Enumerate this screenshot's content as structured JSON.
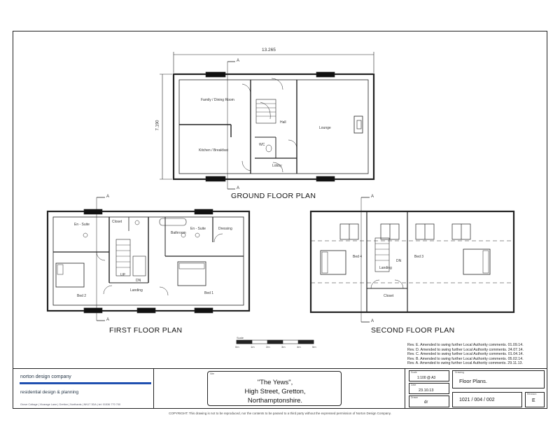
{
  "plans": {
    "ground": {
      "title": "GROUND FLOOR PLAN",
      "dim_width": "13.265",
      "dim_height": "7.190",
      "section_mark": "A",
      "rooms": {
        "family_dining": "Family / Dining Room",
        "kitchen": "Kitchen / Breakfast",
        "lounge": "Lounge",
        "hall": "Hall",
        "wc": "WC",
        "lobby": "Lobby"
      }
    },
    "first": {
      "title": "FIRST FLOOR PLAN",
      "section_mark": "A",
      "rooms": {
        "ensuite1": "En - Suite",
        "closet": "Closet",
        "bathroom": "Bathroom",
        "ensuite2": "En - Suite",
        "dressing": "Dressing",
        "bed2": "Bed 2",
        "landing": "Landing",
        "bed1": "Bed 1",
        "up": "UP",
        "dn": "DN"
      }
    },
    "second": {
      "title": "SECOND FLOOR PLAN",
      "section_mark": "A",
      "rooms": {
        "bed4": "Bed 4",
        "landing": "Landing",
        "closet": "Closet",
        "bed3": "Bed 3",
        "dn": "DN"
      }
    }
  },
  "scale_bar": {
    "ticks": [
      "0m",
      "1m",
      "2m",
      "3m",
      "4m",
      "5m"
    ],
    "label": "Scale"
  },
  "revisions": [
    "Rev. E. Amended to swing further Local Authority comments. 01.09.14.",
    "Rev. D. Amended to swing further Local Authority comments. 24.07.14.",
    "Rev. C. Amended to swing further Local Authority comments. 01.04.14.",
    "Rev. B. Amended to swing further Local Authority comments. 05.02.14.",
    "Rev. A. Amended to swing further Local Authority comments. 29.11.13."
  ],
  "title_block": {
    "company_name": "norton design company",
    "company_tagline": "residential design & planning",
    "company_address": "Grove Cottage | Vicarage Lane | Gretton | Northants | NN17 3DA | tel: 01536 770 700",
    "site_label": "Site",
    "address_lines": [
      "\"The Yews\",",
      "High Street, Gretton,",
      "Northamptonshire."
    ],
    "scale_label": "Scale",
    "scale_value": "1:100 @ A3",
    "date_label": "Date",
    "date_value": "23.10.13",
    "drawn_label": "Drawn",
    "drawn_value": "dr",
    "drawing_label": "Drawing",
    "drawing_value": "Floor Plans.",
    "number_value": "1021 / 004 / 002",
    "rev_label": "Revision",
    "rev_value": "E"
  },
  "footer_note": "COPYRIGHT: This drawing is not to be reproduced, nor the contents to be passed to a third party without the expressed permission of Norton Design Company.",
  "colors": {
    "line": "#222222",
    "brand": "#1f4fb0"
  }
}
